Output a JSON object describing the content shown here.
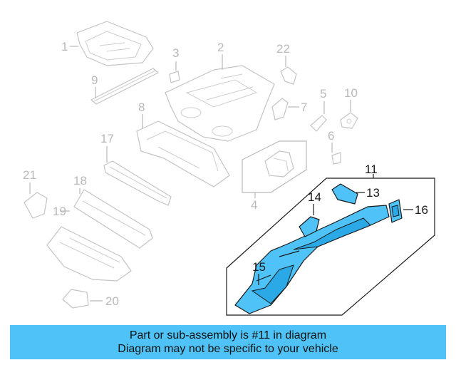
{
  "callouts": [
    {
      "number": "1"
    },
    {
      "number": "2"
    },
    {
      "number": "3"
    },
    {
      "number": "22"
    },
    {
      "number": "9"
    },
    {
      "number": "7"
    },
    {
      "number": "5"
    },
    {
      "number": "10"
    },
    {
      "number": "8"
    },
    {
      "number": "17"
    },
    {
      "number": "6"
    },
    {
      "number": "4"
    },
    {
      "number": "21"
    },
    {
      "number": "18"
    },
    {
      "number": "19"
    },
    {
      "number": "20"
    },
    {
      "number": "11"
    },
    {
      "number": "13"
    },
    {
      "number": "14"
    },
    {
      "number": "16"
    },
    {
      "number": "15"
    }
  ],
  "highlighted_part": "11",
  "colors": {
    "highlight": "#4fc3f7",
    "banner": "#4fc3f7",
    "outline": "#1a1a1a",
    "ghost": "#c4c4c4"
  },
  "banner": {
    "line1": "Part or sub-assembly is #11 in diagram",
    "line2": "Diagram may not be specific to your vehicle"
  }
}
